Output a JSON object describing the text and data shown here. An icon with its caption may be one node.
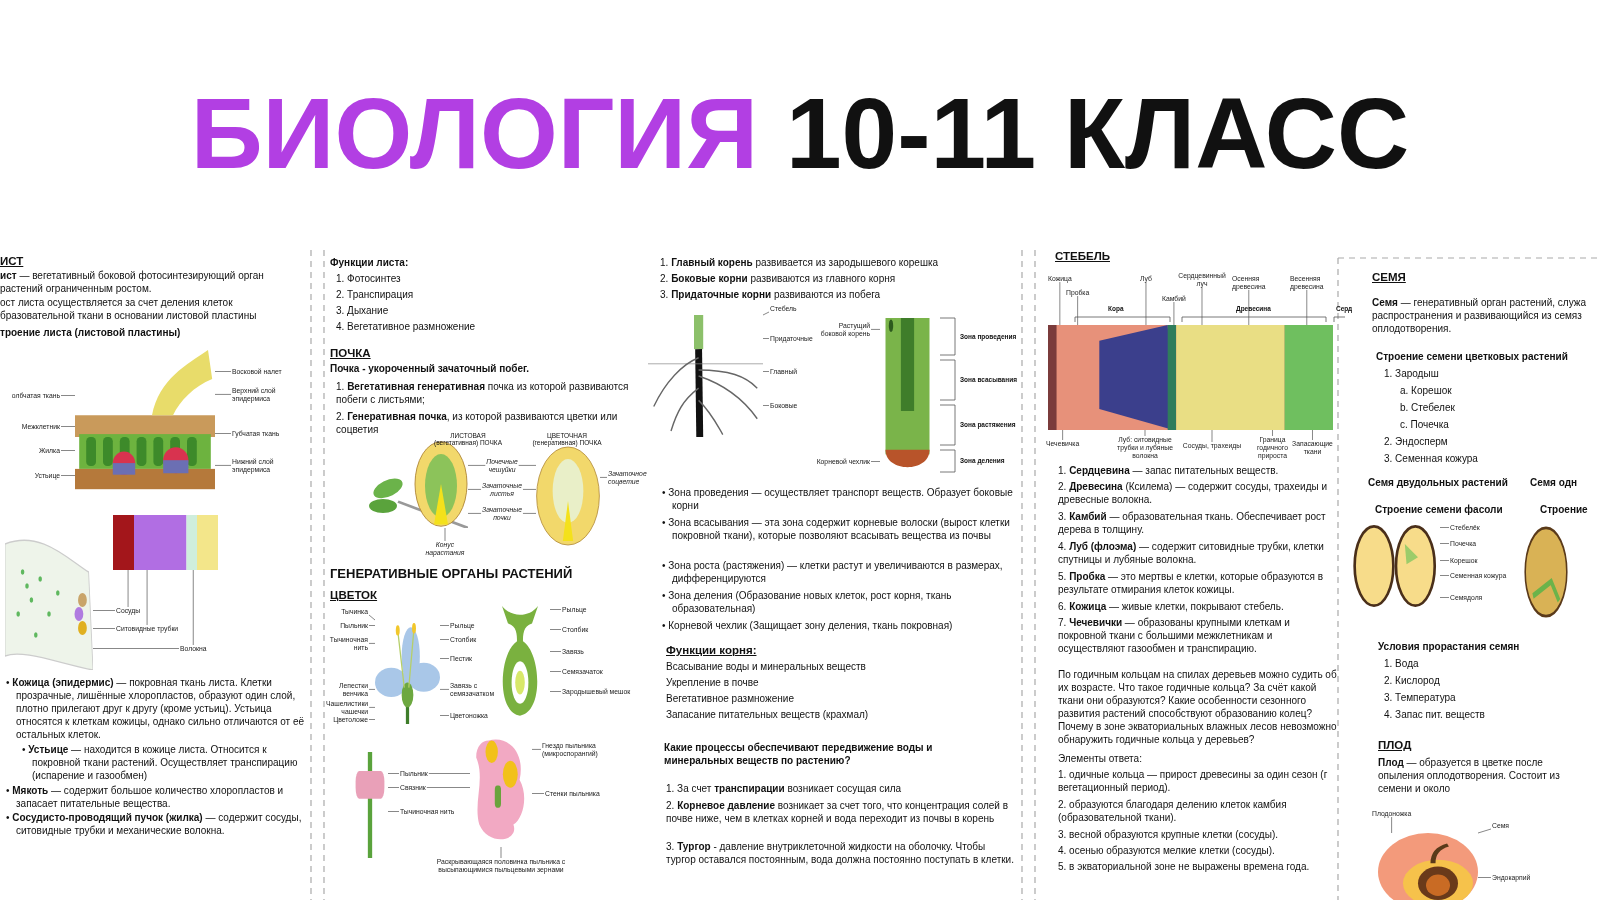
{
  "diagram": {
    "title": "БИОЛОГИЯ 10-11 КЛАСС",
    "nodes": [
      {
        "text": [],
        "shape": "picture"
      },
      {
        "text": [
          "Восковой налет"
        ]
      },
      {
        "text": [
          "Верхний слой эпидермиса"
        ]
      },
      {
        "text": [
          "Губчатая ткань"
        ]
      },
      {
        "text": [
          "Нижний слой эпидермиса"
        ]
      },
      {
        "text": [
          "олбчатая ткань"
        ]
      },
      {
        "text": [
          "Межклетник"
        ]
      },
      {
        "text": [
          "Жилка"
        ]
      },
      {
        "text": [
          "Устьице"
        ]
      },
      {
        "text": [],
        "shape": "picture"
      },
      {
        "text": [],
        "shape": "picture"
      },
      {
        "text": [
          "Сосуды"
        ]
      },
      {
        "text": [
          "Ситовидные трубки"
        ]
      },
      {
        "text": [
          "Волокна"
        ]
      },
      {
        "text": [],
        "shape": "picture"
      },
      {
        "text": [],
        "shape": "picture"
      },
      {
        "text": [
          "Почечные чешуйки"
        ]
      },
      {
        "text": [
          "Зачаточные листья"
        ]
      },
      {
        "text": [
          "Зачаточные почки"
        ]
      },
      {
        "text": [
          "Зачаточное соцветие"
        ]
      },
      {
        "text": [
          "Конус нарастания"
        ]
      },
      {
        "text": [],
        "shape": "picture"
      },
      {
        "text": [
          "Тычинка"
        ]
      },
      {
        "text": [
          "Пыльник"
        ]
      },
      {
        "text": [
          "Тычиночная нить"
        ]
      },
      {
        "text": [
          "Лепестки венчика"
        ]
      },
      {
        "text": [
          "Чашелистики чашечки"
        ]
      },
      {
        "text": [
          "Цветоложе"
        ]
      },
      {
        "text": [
          "Рыльце"
        ]
      },
      {
        "text": [
          "Столбик"
        ]
      },
      {
        "text": [
          "Пестик"
        ]
      },
      {
        "text": [
          "Завязь с семязачатком"
        ]
      },
      {
        "text": [
          "Цветоножка"
        ]
      },
      {
        "text": [],
        "shape": "picture"
      },
      {
        "text": [
          "Рыльце"
        ]
      },
      {
        "text": [
          "Столбик"
        ]
      },
      {
        "text": [
          "Завязь"
        ]
      },
      {
        "text": [
          "Семязачаток"
        ]
      },
      {
        "text": [
          "Зародышевый мешок"
        ]
      },
      {
        "text": [],
        "shape": "picture"
      },
      {
        "text": [
          "Пыльник"
        ]
      },
      {
        "text": [
          "Связник"
        ]
      },
      {
        "text": [
          "Тычиночная нить"
        ]
      },
      {
        "text": [],
        "shape": "picture"
      },
      {
        "text": [
          "Гнездо пыльника (микроспорангий)"
        ]
      },
      {
        "text": [
          "Стенки пыльника"
        ]
      },
      {
        "text": [
          "Раскрывающаяся половинка пыльника с высыпающимися пыльцевыми зернами"
        ]
      },
      {
        "text": [],
        "shape": "picture"
      },
      {
        "text": [
          "Стебель"
        ]
      },
      {
        "text": [
          "Придаточные"
        ]
      },
      {
        "text": [
          "Главный"
        ]
      },
      {
        "text": [
          "Боковые"
        ]
      },
      {
        "text": [],
        "shape": "picture"
      },
      {
        "text": [
          "Растущий боковой корень"
        ]
      },
      {
        "text": [
          "Корневой чехлик"
        ]
      },
      {
        "text": [],
        "shape": "picture"
      },
      {
        "text": [
          "Кожица"
        ]
      },
      {
        "text": [
          "Пробка"
        ]
      },
      {
        "text": [
          "Луб"
        ]
      },
      {
        "text": [
          "Камбий"
        ]
      },
      {
        "text": [
          "Сердцевинный луч"
        ]
      },
      {
        "text": [
          "Осенняя древесина"
        ]
      },
      {
        "text": [
          "Весенняя древесина"
        ]
      },
      {
        "text": [
          "Чечевичка"
        ]
      },
      {
        "text": [
          "Луб: ситовидные трубки и лубяные волокна"
        ]
      },
      {
        "text": [
          "Сосуды, трахеиды"
        ]
      },
      {
        "text": [
          "Граница годичного прироста"
        ]
      },
      {
        "text": [
          "Запасающие ткани"
        ]
      },
      {
        "text": [],
        "shape": "picture"
      },
      {
        "text": [
          "Стебелёк"
        ]
      },
      {
        "text": [
          "Почечка"
        ]
      },
      {
        "text": [
          "Корешок"
        ]
      },
      {
        "text": [
          "Семенная кожура"
        ]
      },
      {
        "text": [
          "Семядоля"
        ]
      },
      {
        "text": [],
        "shape": "picture"
      },
      {
        "text": [],
        "shape": "picture"
      },
      {
        "text": [
          "Плодоножка"
        ]
      },
      {
        "text": [
          "Семя"
        ]
      },
      {
        "text": [
          "Эндокарпий"
        ]
      }
    ],
    "edges": [
      {
        "from": 1,
        "to": 0,
        "arrow": "none"
      },
      {
        "from": 2,
        "to": 0,
        "arrow": "none"
      },
      {
        "from": 3,
        "to": 0,
        "arrow": "none"
      },
      {
        "from": 4,
        "to": 0,
        "arrow": "none"
      },
      {
        "from": 5,
        "to": 0,
        "arrow": "none"
      },
      {
        "from": 6,
        "to": 0,
        "arrow": "none"
      },
      {
        "from": 7,
        "to": 0,
        "arrow": "none"
      },
      {
        "from": 8,
        "to": 0,
        "arrow": "none"
      },
      {
        "from": 11,
        "to": 9,
        "arrow": "none"
      },
      {
        "from": 11,
        "to": 10,
        "arrow": "none"
      },
      {
        "from": 12,
        "to": 9,
        "arrow": "none"
      },
      {
        "from": 12,
        "to": 10,
        "arrow": "none"
      },
      {
        "from": 13,
        "to": 9,
        "arrow": "none"
      },
      {
        "from": 13,
        "to": 10,
        "arrow": "none"
      },
      {
        "from": 16,
        "to": 14,
        "arrow": "none"
      },
      {
        "from": 16,
        "to": 15,
        "arrow": "none"
      },
      {
        "from": 17,
        "to": 14,
        "arrow": "none"
      },
      {
        "from": 17,
        "to": 15,
        "arrow": "none"
      },
      {
        "from": 18,
        "to": 14,
        "arrow": "none"
      },
      {
        "from": 18,
        "to": 15,
        "arrow": "none"
      },
      {
        "from": 19,
        "to": 15,
        "arrow": "none"
      },
      {
        "from": 20,
        "to": 14,
        "arrow": "none"
      },
      {
        "from": 22,
        "to": 21,
        "arrow": "none"
      },
      {
        "from": 23,
        "to": 21,
        "arrow": "none"
      },
      {
        "from": 24,
        "to": 21,
        "arrow": "none"
      },
      {
        "from": 25,
        "to": 21,
        "arrow": "none"
      },
      {
        "from": 26,
        "to": 21,
        "arrow": "none"
      },
      {
        "from": 27,
        "to": 21,
        "arrow": "none"
      },
      {
        "from": 28,
        "to": 21,
        "arrow": "none"
      },
      {
        "from": 29,
        "to": 21,
        "arrow": "none"
      },
      {
        "from": 30,
        "to": 21,
        "arrow": "none"
      },
      {
        "from": 31,
        "to": 21,
        "arrow": "none"
      },
      {
        "from": 32,
        "to": 21,
        "arrow": "none"
      },
      {
        "from": 34,
        "to": 33,
        "arrow": "none"
      },
      {
        "from": 35,
        "to": 33,
        "arrow": "none"
      },
      {
        "from": 36,
        "to": 33,
        "arrow": "none"
      },
      {
        "from": 37,
        "to": 33,
        "arrow": "none"
      },
      {
        "from": 38,
        "to": 33,
        "arrow": "none"
      },
      {
        "from": 40,
        "to": 39,
        "arrow": "none"
      },
      {
        "from": 40,
        "to": 43,
        "arrow": "none"
      },
      {
        "from": 41,
        "to": 39,
        "arrow": "none"
      },
      {
        "from": 41,
        "to": 43,
        "arrow": "none"
      },
      {
        "from": 42,
        "to": 39,
        "arrow": "none"
      },
      {
        "from": 44,
        "to": 43,
        "arrow": "none"
      },
      {
        "from": 45,
        "to": 43,
        "arrow": "none"
      },
      {
        "from": 46,
        "to": 43,
        "arrow": "none"
      },
      {
        "from": 48,
        "to": 47,
        "arrow": "none"
      },
      {
        "from": 49,
        "to": 47,
        "arrow": "none"
      },
      {
        "from": 50,
        "to": 47,
        "arrow": "none"
      },
      {
        "from": 51,
        "to": 47,
        "arrow": "none"
      },
      {
        "from": 53,
        "to": 52,
        "arrow": "none"
      },
      {
        "from": 54,
        "to": 52,
        "arrow": "none"
      },
      {
        "from": 56,
        "to": 55,
        "arrow": "none"
      },
      {
        "from": 57,
        "to": 55,
        "arrow": "none"
      },
      {
        "from": 58,
        "to": 55,
        "arrow": "none"
      },
      {
        "from": 59,
        "to": 55,
        "arrow": "none"
      },
      {
        "from": 60,
        "to": 55,
        "arrow": "none"
      },
      {
        "from": 61,
        "to": 55,
        "arrow": "none"
      },
      {
        "from": 62,
        "to": 55,
        "arrow": "none"
      },
      {
        "from": 63,
        "to": 55,
        "arrow": "none"
      },
      {
        "from": 64,
        "to": 55,
        "arrow": "none"
      },
      {
        "from": 65,
        "to": 55,
        "arrow": "none"
      },
      {
        "from": 66,
        "to": 55,
        "arrow": "none"
      },
      {
        "from": 67,
        "to": 55,
        "arrow": "none"
      },
      {
        "from": 69,
        "to": 68,
        "arrow": "none"
      },
      {
        "from": 70,
        "to": 68,
        "arrow": "none"
      },
      {
        "from": 71,
        "to": 68,
        "arrow": "none"
      },
      {
        "from": 72,
        "to": 68,
        "arrow": "none"
      },
      {
        "from": 73,
        "to": 68,
        "arrow": "none"
      },
      {
        "from": 76,
        "to": 75,
        "arrow": "none"
      },
      {
        "from": 77,
        "to": 75,
        "arrow": "none"
      },
      {
        "from": 78,
        "to": 75,
        "arrow": "none"
      }
    ],
    "labels": [
      "ИСТ",
      "**ист** — вегетативный боковой фотосинтезирующий орган растений ограниченным ростом.",
      "ост листа осуществляется за счет деления клеток бразовательной ткани в основании листовой пластины",
      "троение листа (листовой пластины)",
      "• **Кожица (эпидермис)** — покровная ткань листа. Клетки прозрачные, лишённые хлоропластов, образуют один слой, плотно прилегают друг к другу (кроме устьиц). Устьица относятся к клеткам кожицы, однако сильно отличаются от её остальных клеток.",
      "• **Устьице** — находится в кожице листа. Относится к покровной ткани растений. Осуществляет транспирацию (испарение и газообмен)",
      "• **Мякоть** — содержит большое количество хлоропластов и запасает питательные вещества.",
      "• **Сосудисто-проводящий пучок (жилка)** — содержит сосуды, ситовидные трубки и механические волокна.",
      "Функции листа:",
      "1. Фотосинтез",
      "2. Транспирация",
      "3. Дыхание",
      "4. Вегетативное размножение",
      "ПОЧКА",
      "Почка - укороченный зачаточный побег.",
      "1. **Вегетативная генеративная** почка из которой развиваются побеги с листьями;",
      "2. **Генеративная почка**, из которой развиваются цветки или соцветия",
      "ЛИСТОВАЯ (вегетативная) ПОЧКА",
      "ЦВЕТОЧНАЯ (генеративная) ПОЧКА",
      "ГЕНЕРАТИВНЫЕ ОРГАНЫ РАСТЕНИЙ",
      "ЦВЕТОК",
      "1. **Главный корень** развивается из зародышевого корешка",
      "2. **Боковые корни** развиваются из главного корня",
      "3. **Придаточные корни** развиваются из побега",
      "Зона проведения",
      "Зона всасывания",
      "Зона растяжения",
      "Зона деления",
      "• Зона проведения — осуществляет транспорт веществ. Образует боковые корни",
      "• Зона всасывания — эта зона содержит корневые волоски (вырост клетки покровной ткани), которые позволяют всасывать вещества из почвы",
      "• Зона роста (растяжения) — клетки растут и увеличиваются в размерах, дифференцируются",
      "• Зона деления (Образование новых клеток, рост корня, ткань образовательная)",
      "• Корневой чехлик (Защищает зону деления, ткань покровная)",
      "Функции корня:",
      "Всасывание воды и минеральных веществ",
      "Укрепление в почве",
      "Вегетативное размножение",
      "Запасание питательных веществ (крахмал)",
      "Какие процессы обеспечивают передвижение воды и минеральных веществ по растению?",
      "1. За счет **транспирации** возникает сосущая сила",
      "2. **Корневое давление** возникает за счет того, что концентрация солей в почве ниже, чем в клетках корней и вода переходит из почвы в корень",
      "3. **Тургор** - давление внутриклеточной жидкости на оболочку. Чтобы тургор оставался постоянным, вода должна постоянно поступать в клетки.",
      "СТЕБЕЛЬ",
      "Кора",
      "Древесина",
      "Серд",
      "1. **Сердцевина** — запас питательных веществ.",
      "2. **Древесина** (Ксилема) — содержит сосуды, трахеиды и древесные волокна.",
      "3. **Камбий** — образовательная ткань. Обеспечивает рост дерева в толщину.",
      "4. **Луб (флоэма)** — содержит ситовидные трубки, клетки спутницы и лубяные волокна.",
      "5. **Пробка** — это мертвы е клетки, которые образуются в результате отмирания клеток кожицы.",
      "6. **Кожица** — живые клетки, покрывают стебель.",
      "7. **Чечевички** — образованы крупными клеткам и покровной ткани с большими межклетникам и осуществляют газообмен и транспирацию.",
      "По годичным кольцам на спилах деревьев можно судить об их возрасте. Что такое годичные кольца? За счёт какой ткани они образуются? Какие особенности сезонного развития растений способствуют образованию колец? Почему в зоне экваториальных влажных лесов невозможно обнаружить годичные кольца у деревьев?",
      "Элементы ответа:",
      "1. одичные кольца — прирост древесины за один сезон (г вегетационный период).",
      "2. образуются благодаря делению клеток камбия (образовательной ткани).",
      "3. весной образуются крупные клетки (сосуды).",
      "4. осенью образуются мелкие клетки (сосуды).",
      "5. в экваториальной зоне не выражены времена года.",
      "СЕМЯ",
      "**Семя** — генеративный орган растений, служа распространения и развивающийся из семяз оплодотворения.",
      "Строение семени цветковых растений",
      "1. Зародыш",
      "a. Корешок",
      "b. Стебелек",
      "c. Почечка",
      "2. Эндосперм",
      "3. Семенная кожура",
      "Семя двудольных растений",
      "Семя одн",
      "Строение семени фасоли",
      "Строение",
      "Условия прорастания семян",
      "1. Вода",
      "2. Кислород",
      "3. Температура",
      "4. Запас пит. веществ",
      "ПЛОД",
      "**Плод** — образуется в цветке после опыления оплодотворения. Состоит из семени и около"
    ]
  }
}
